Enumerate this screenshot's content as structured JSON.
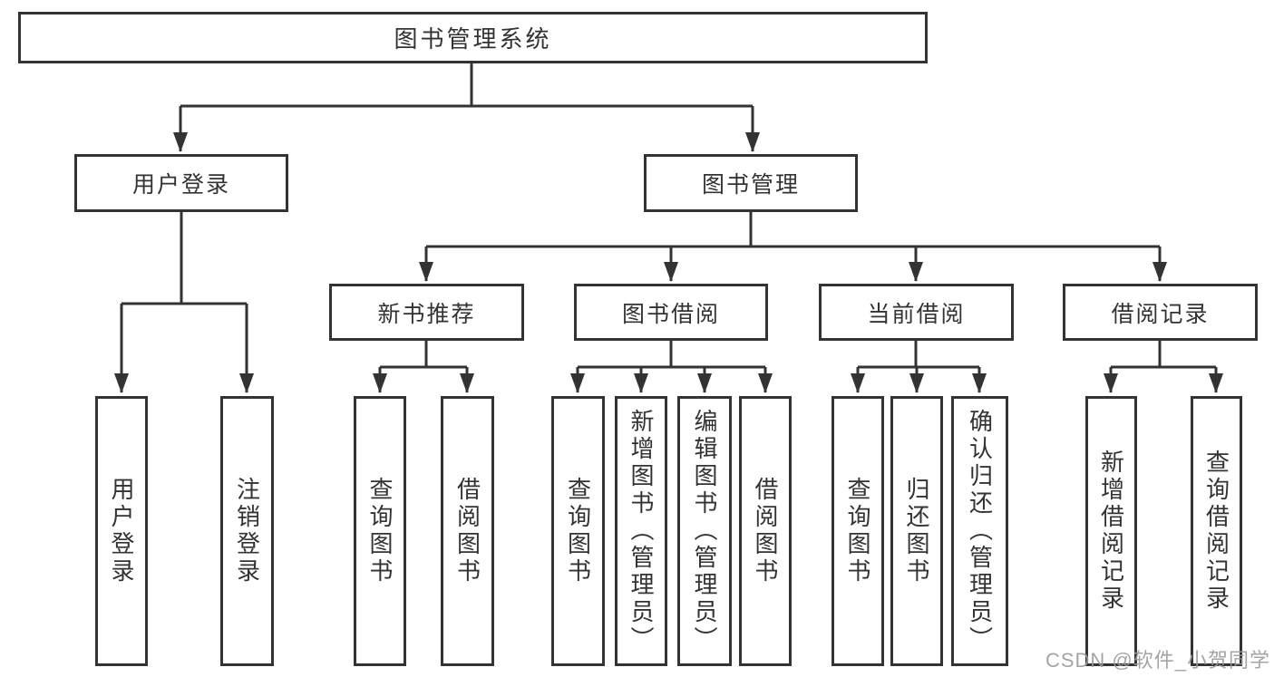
{
  "diagram": {
    "title": "图书管理系统",
    "branches": {
      "user_login": {
        "label": "用户登录",
        "children": [
          "用户登录",
          "注销登录"
        ]
      },
      "book_mgmt": {
        "label": "图书管理",
        "modules": {
          "new_books": {
            "label": "新书推荐",
            "children": [
              "查询图书",
              "借阅图书"
            ]
          },
          "borrowing": {
            "label": "图书借阅",
            "children": [
              "查询图书",
              "新增图书（管理员）",
              "编辑图书（管理员）",
              "借阅图书"
            ]
          },
          "current": {
            "label": "当前借阅",
            "children": [
              "查询图书",
              "归还图书",
              "确认归还（管理员）"
            ]
          },
          "records": {
            "label": "借阅记录",
            "children": [
              "新增借阅记录",
              "查询借阅记录"
            ]
          }
        }
      }
    }
  },
  "watermark": "CSDN @软件_小贺同学",
  "colors": {
    "line": "#333333",
    "text": "#333333",
    "box_fill": "#ffffff",
    "background": "#ffffff",
    "watermark": "#9b9b9b"
  }
}
